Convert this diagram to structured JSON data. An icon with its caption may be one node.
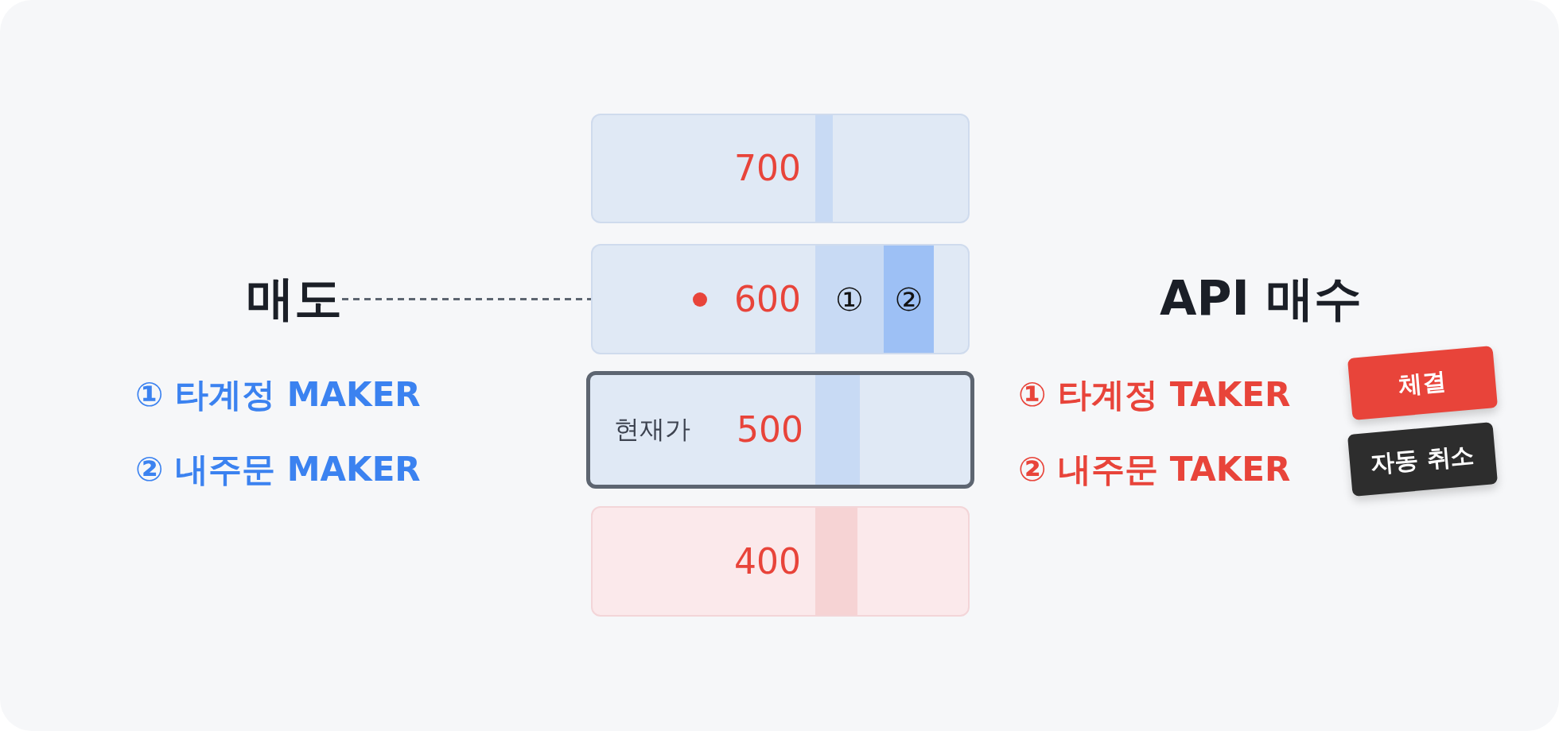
{
  "diagram": {
    "nodes": [
      {
        "text": [
          "매도"
        ]
      },
      {
        "text": [
          "700"
        ]
      },
      {
        "text": [],
        "shape": "bar",
        "in": 1
      },
      {
        "text": [
          "600"
        ]
      },
      {
        "text": [
          "①"
        ],
        "in": 3
      },
      {
        "text": [
          "②"
        ],
        "in": 3
      },
      {
        "text": [
          "현재가",
          "500"
        ]
      },
      {
        "text": [],
        "shape": "bar",
        "in": 6
      },
      {
        "text": [
          "400"
        ]
      },
      {
        "text": [],
        "shape": "bar",
        "in": 8
      },
      {
        "text": [
          "체결"
        ]
      },
      {
        "text": [
          "자동 취소"
        ]
      }
    ],
    "edges": [
      {
        "from": 0,
        "to": 3,
        "arrow": "none",
        "style": "dashed"
      }
    ],
    "labels": [
      "① 타계정 MAKER",
      "② 내주문 MAKER",
      "API 매수",
      "① 타계정 TAKER",
      "② 내주문 TAKER"
    ]
  }
}
